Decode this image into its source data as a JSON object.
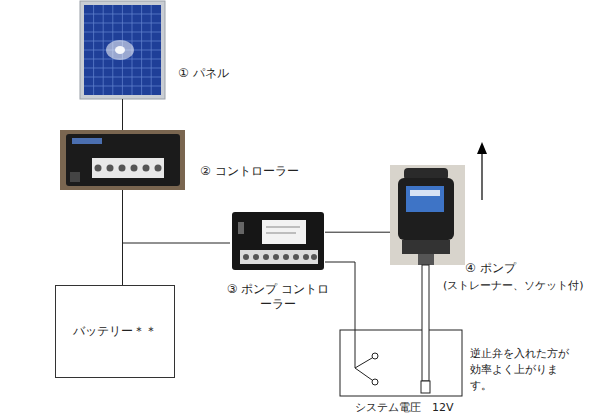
{
  "diagram": {
    "nodes": [
      {
        "text": [
          "① パネル"
        ]
      },
      {
        "text": [
          "② コントローラー"
        ]
      },
      {
        "text": [
          "④ ポンプ",
          "(ストレーナー、ソケット付)"
        ]
      },
      {
        "text": [
          "③ ポンプ コントローラー"
        ]
      },
      {
        "text": [
          "バッテリー＊＊"
        ]
      }
    ],
    "edges": [
      {
        "from": 0,
        "to": 1,
        "arrow": "none"
      },
      {
        "from": 1,
        "to": 4,
        "arrow": "none"
      },
      {
        "from": 1,
        "to": 3,
        "arrow": "none"
      },
      {
        "from": 3,
        "to": 2,
        "arrow": "none"
      }
    ],
    "labels": [
      "逆止弁を入れた方が 効率よく上がります。",
      "システム電圧　12V"
    ]
  }
}
